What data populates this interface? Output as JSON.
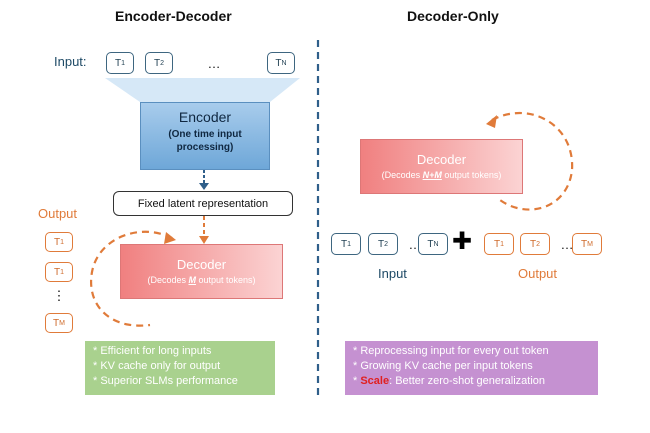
{
  "left": {
    "title": "Encoder-Decoder",
    "input_label": "Input:",
    "input_tokens": [
      {
        "base": "T",
        "sub": "1"
      },
      {
        "base": "T",
        "sub": "2"
      },
      {
        "ellipsis": "…"
      },
      {
        "base": "T",
        "sub": "N"
      }
    ],
    "encoder": {
      "title": "Encoder",
      "subtitle_line1": "(One time input",
      "subtitle_line2": "processing)"
    },
    "latent_label": "Fixed latent representation",
    "output_label": "Output",
    "output_tokens": [
      {
        "base": "T",
        "sub": "1"
      },
      {
        "base": "T",
        "sub": "1"
      },
      {
        "ellipsis": "⋮"
      },
      {
        "base": "T",
        "sub": "M"
      }
    ],
    "decoder": {
      "title": "Decoder",
      "sub_pre": "(Decodes ",
      "sub_emph": "M",
      "sub_post": " output tokens)"
    },
    "notes": [
      "* Efficient for long inputs",
      "* KV cache only for output",
      "* Superior SLMs performance"
    ]
  },
  "right": {
    "title": "Decoder-Only",
    "decoder": {
      "title": "Decoder",
      "sub_pre": "(Decodes ",
      "sub_emph": "N+M",
      "sub_post": " output tokens)"
    },
    "input_tokens": [
      {
        "base": "T",
        "sub": "1"
      },
      {
        "base": "T",
        "sub": "2"
      },
      {
        "ellipsis": "…"
      },
      {
        "base": "T",
        "sub": "N"
      }
    ],
    "plus_symbol": "✚",
    "output_tokens": [
      {
        "base": "T",
        "sub": "1"
      },
      {
        "base": "T",
        "sub": "2"
      },
      {
        "ellipsis": "…"
      },
      {
        "base": "T",
        "sub": "M"
      }
    ],
    "input_label": "Input",
    "output_label": "Output",
    "notes": {
      "line1": "* Reprocessing input for every out token",
      "line2": "* Growing KV cache per input tokens",
      "line3_prefix": "* ",
      "line3_highlight": "Scale",
      "line3_rest": ": Better zero-shot generalization"
    }
  },
  "colors": {
    "token_border": "#3e6680",
    "output_orange": "#e07b3a",
    "encoder_blue": "#6ea7d8",
    "decoder_pink": "#f08080",
    "note_green": "#a9d18e",
    "note_purple": "#c591d1",
    "divider": "#2f5f8a",
    "scale_red": "#e02020"
  }
}
